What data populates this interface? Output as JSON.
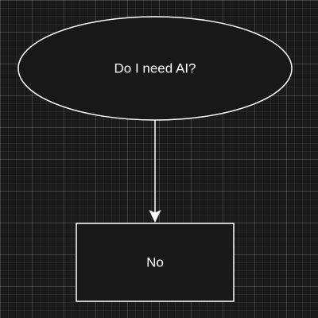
{
  "diagram": {
    "theme": {
      "background": "#1a1a1a",
      "node_fill": "#181818",
      "stroke": "#ffffff",
      "text": "#ffffff"
    },
    "nodes": [
      {
        "id": "question",
        "shape": "ellipse",
        "label": "Do I need AI?"
      },
      {
        "id": "answer",
        "shape": "rectangle",
        "label": "No"
      }
    ],
    "edges": [
      {
        "from": "question",
        "to": "answer",
        "label": ""
      }
    ]
  }
}
